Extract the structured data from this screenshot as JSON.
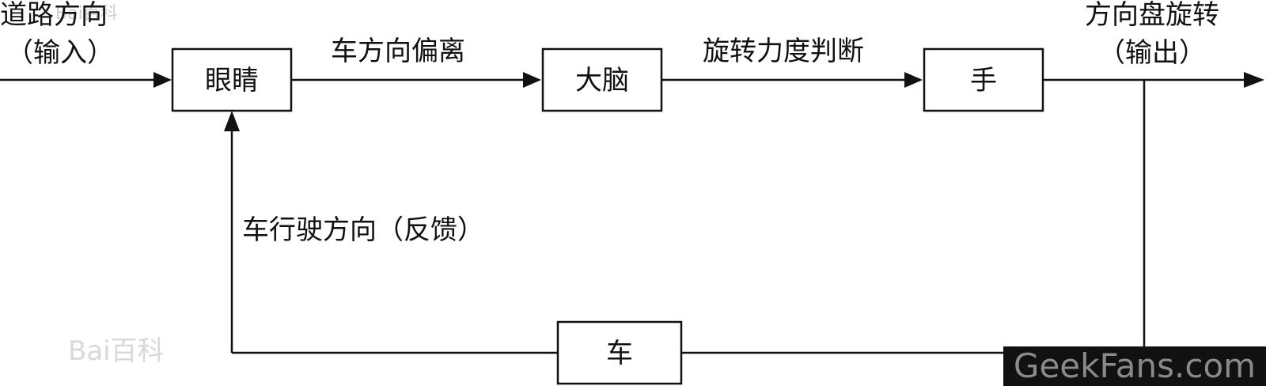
{
  "nodes": {
    "eyes": "眼睛",
    "brain": "大脑",
    "hand": "手",
    "car": "车"
  },
  "edges": {
    "input": {
      "line1": "道路方向",
      "line2": "（输入）"
    },
    "eyes_to_brain": "车方向偏离",
    "brain_to_hand": "旋转力度判断",
    "output": {
      "line1": "方向盘旋转",
      "line2": "（输出）"
    },
    "feedback": "车行驶方向（反馈）"
  },
  "watermarks": {
    "baidu": "Bai百科",
    "geekfans": "GeekFans.com"
  },
  "colors": {
    "ink": "#111111",
    "watermark_light": "#d9d9d9",
    "watermark_band": "#111111",
    "watermark_text": "#8a8a8a"
  }
}
